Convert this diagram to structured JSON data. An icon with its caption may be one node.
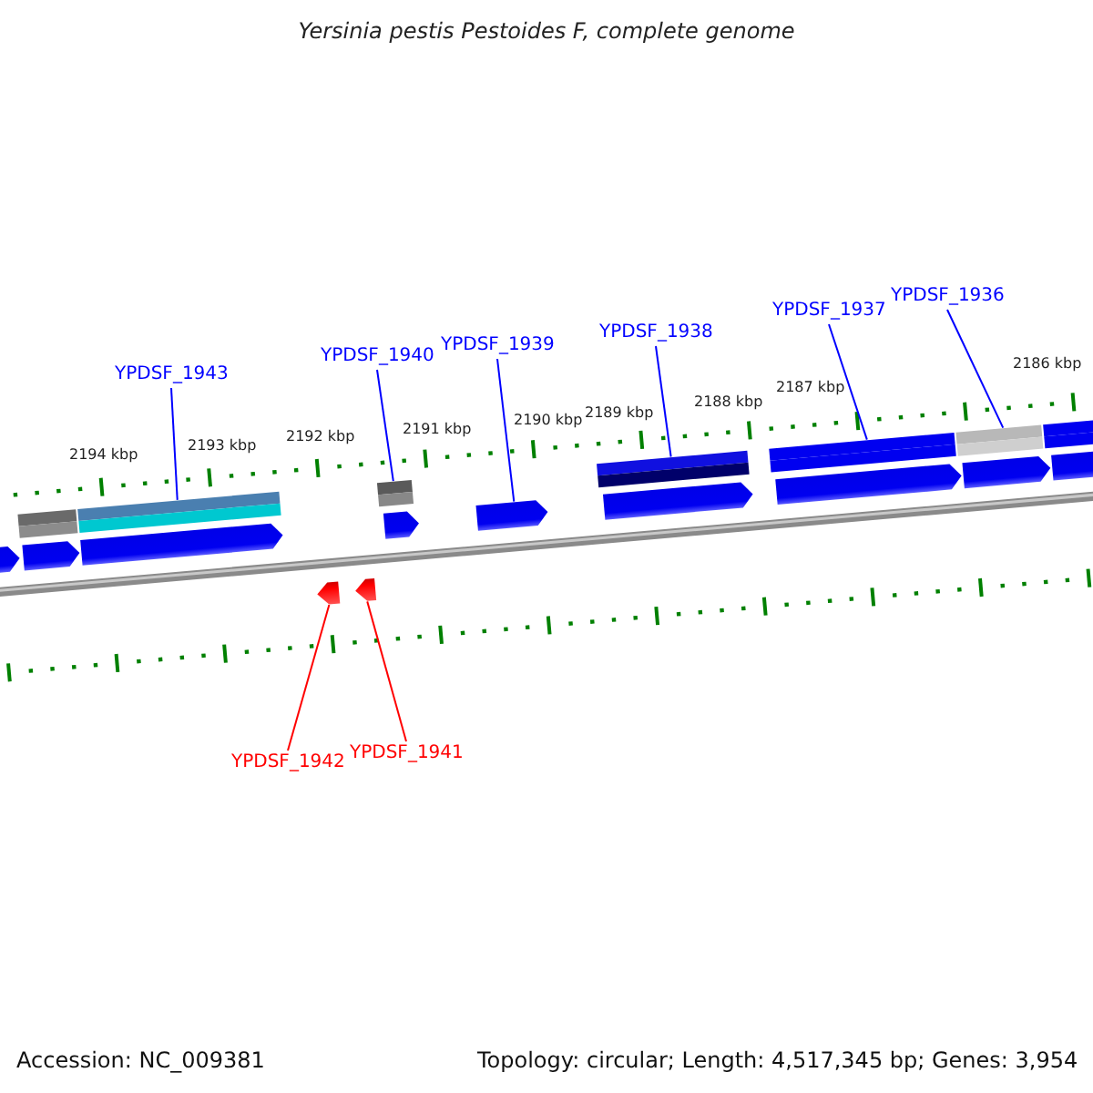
{
  "diagram": {
    "title": "Yersinia pestis Pestoides F, complete genome",
    "nodes": [
      {
        "text": [
          "YPDSF_1943"
        ]
      },
      {
        "text": [
          "YPDSF_1940"
        ]
      },
      {
        "text": [
          "YPDSF_1939"
        ]
      },
      {
        "text": [
          "YPDSF_1938"
        ]
      },
      {
        "text": [
          "YPDSF_1937"
        ]
      },
      {
        "text": [
          "YPDSF_1936"
        ]
      },
      {
        "text": [
          "YPDSF_1942"
        ]
      },
      {
        "text": [
          "YPDSF_1941"
        ]
      },
      {
        "text": [],
        "shape": "bar"
      },
      {
        "text": [],
        "shape": "bar"
      },
      {
        "text": [],
        "shape": "arrow"
      },
      {
        "text": [],
        "shape": "bar"
      },
      {
        "text": [],
        "shape": "bar"
      },
      {
        "text": [],
        "shape": "bar"
      },
      {
        "text": [],
        "shape": "arrow"
      },
      {
        "text": [],
        "shape": "arrow"
      }
    ],
    "edges": [
      {
        "from": 0,
        "to": 8,
        "arrow": "none"
      },
      {
        "from": 1,
        "to": 9,
        "arrow": "none"
      },
      {
        "from": 2,
        "to": 10,
        "arrow": "none"
      },
      {
        "from": 3,
        "to": 11,
        "arrow": "none"
      },
      {
        "from": 4,
        "to": 12,
        "arrow": "none"
      },
      {
        "from": 5,
        "to": 13,
        "arrow": "none"
      },
      {
        "from": 6,
        "to": 14,
        "arrow": "none",
        "color": "#ff0000"
      },
      {
        "from": 7,
        "to": 15,
        "arrow": "none",
        "color": "#ff0000"
      }
    ],
    "labels": [
      "2194 kbp",
      "2193 kbp",
      "2192 kbp",
      "2191 kbp",
      "2190 kbp",
      "2189 kbp",
      "2188 kbp",
      "2187 kbp",
      "2186 kbp",
      "Accession: NC_009381",
      "Topology: circular; Length: 4,517,345 bp; Genes: 3,954"
    ]
  }
}
